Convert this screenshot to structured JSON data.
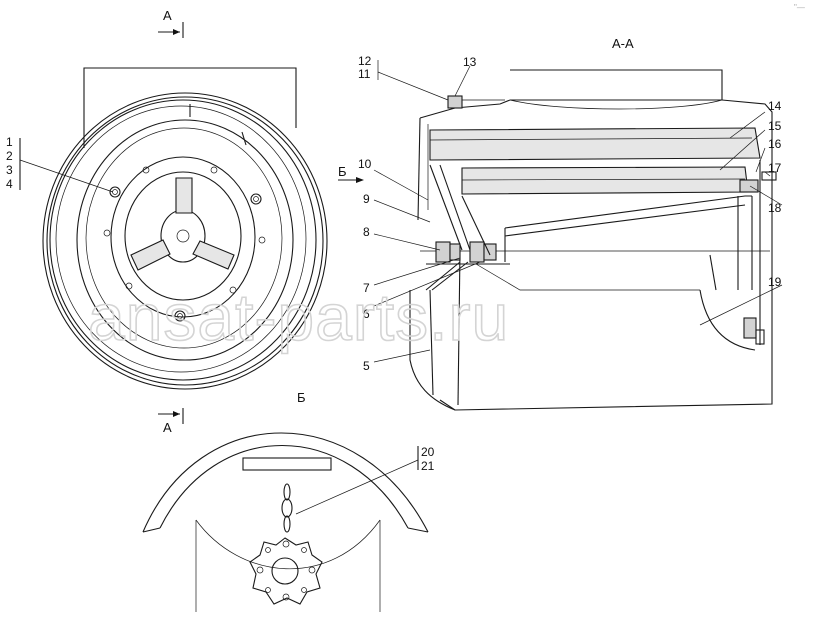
{
  "watermark": "ansat-parts.ru",
  "section_labels": {
    "a_top": "А",
    "a_bottom": "А",
    "section_aa": "А-А",
    "view_b_label": "Б",
    "view_b_arrow": "Б"
  },
  "callouts": {
    "c1": "1",
    "c2": "2",
    "c3": "3",
    "c4": "4",
    "c5": "5",
    "c6": "6",
    "c7": "7",
    "c8": "8",
    "c9": "9",
    "c10": "10",
    "c11": "11",
    "c12": "12",
    "c13": "13",
    "c14": "14",
    "c15": "15",
    "c16": "16",
    "c17": "17",
    "c18": "18",
    "c19": "19",
    "c20": "20",
    "c21": "21"
  },
  "corner_mark": "\"—"
}
